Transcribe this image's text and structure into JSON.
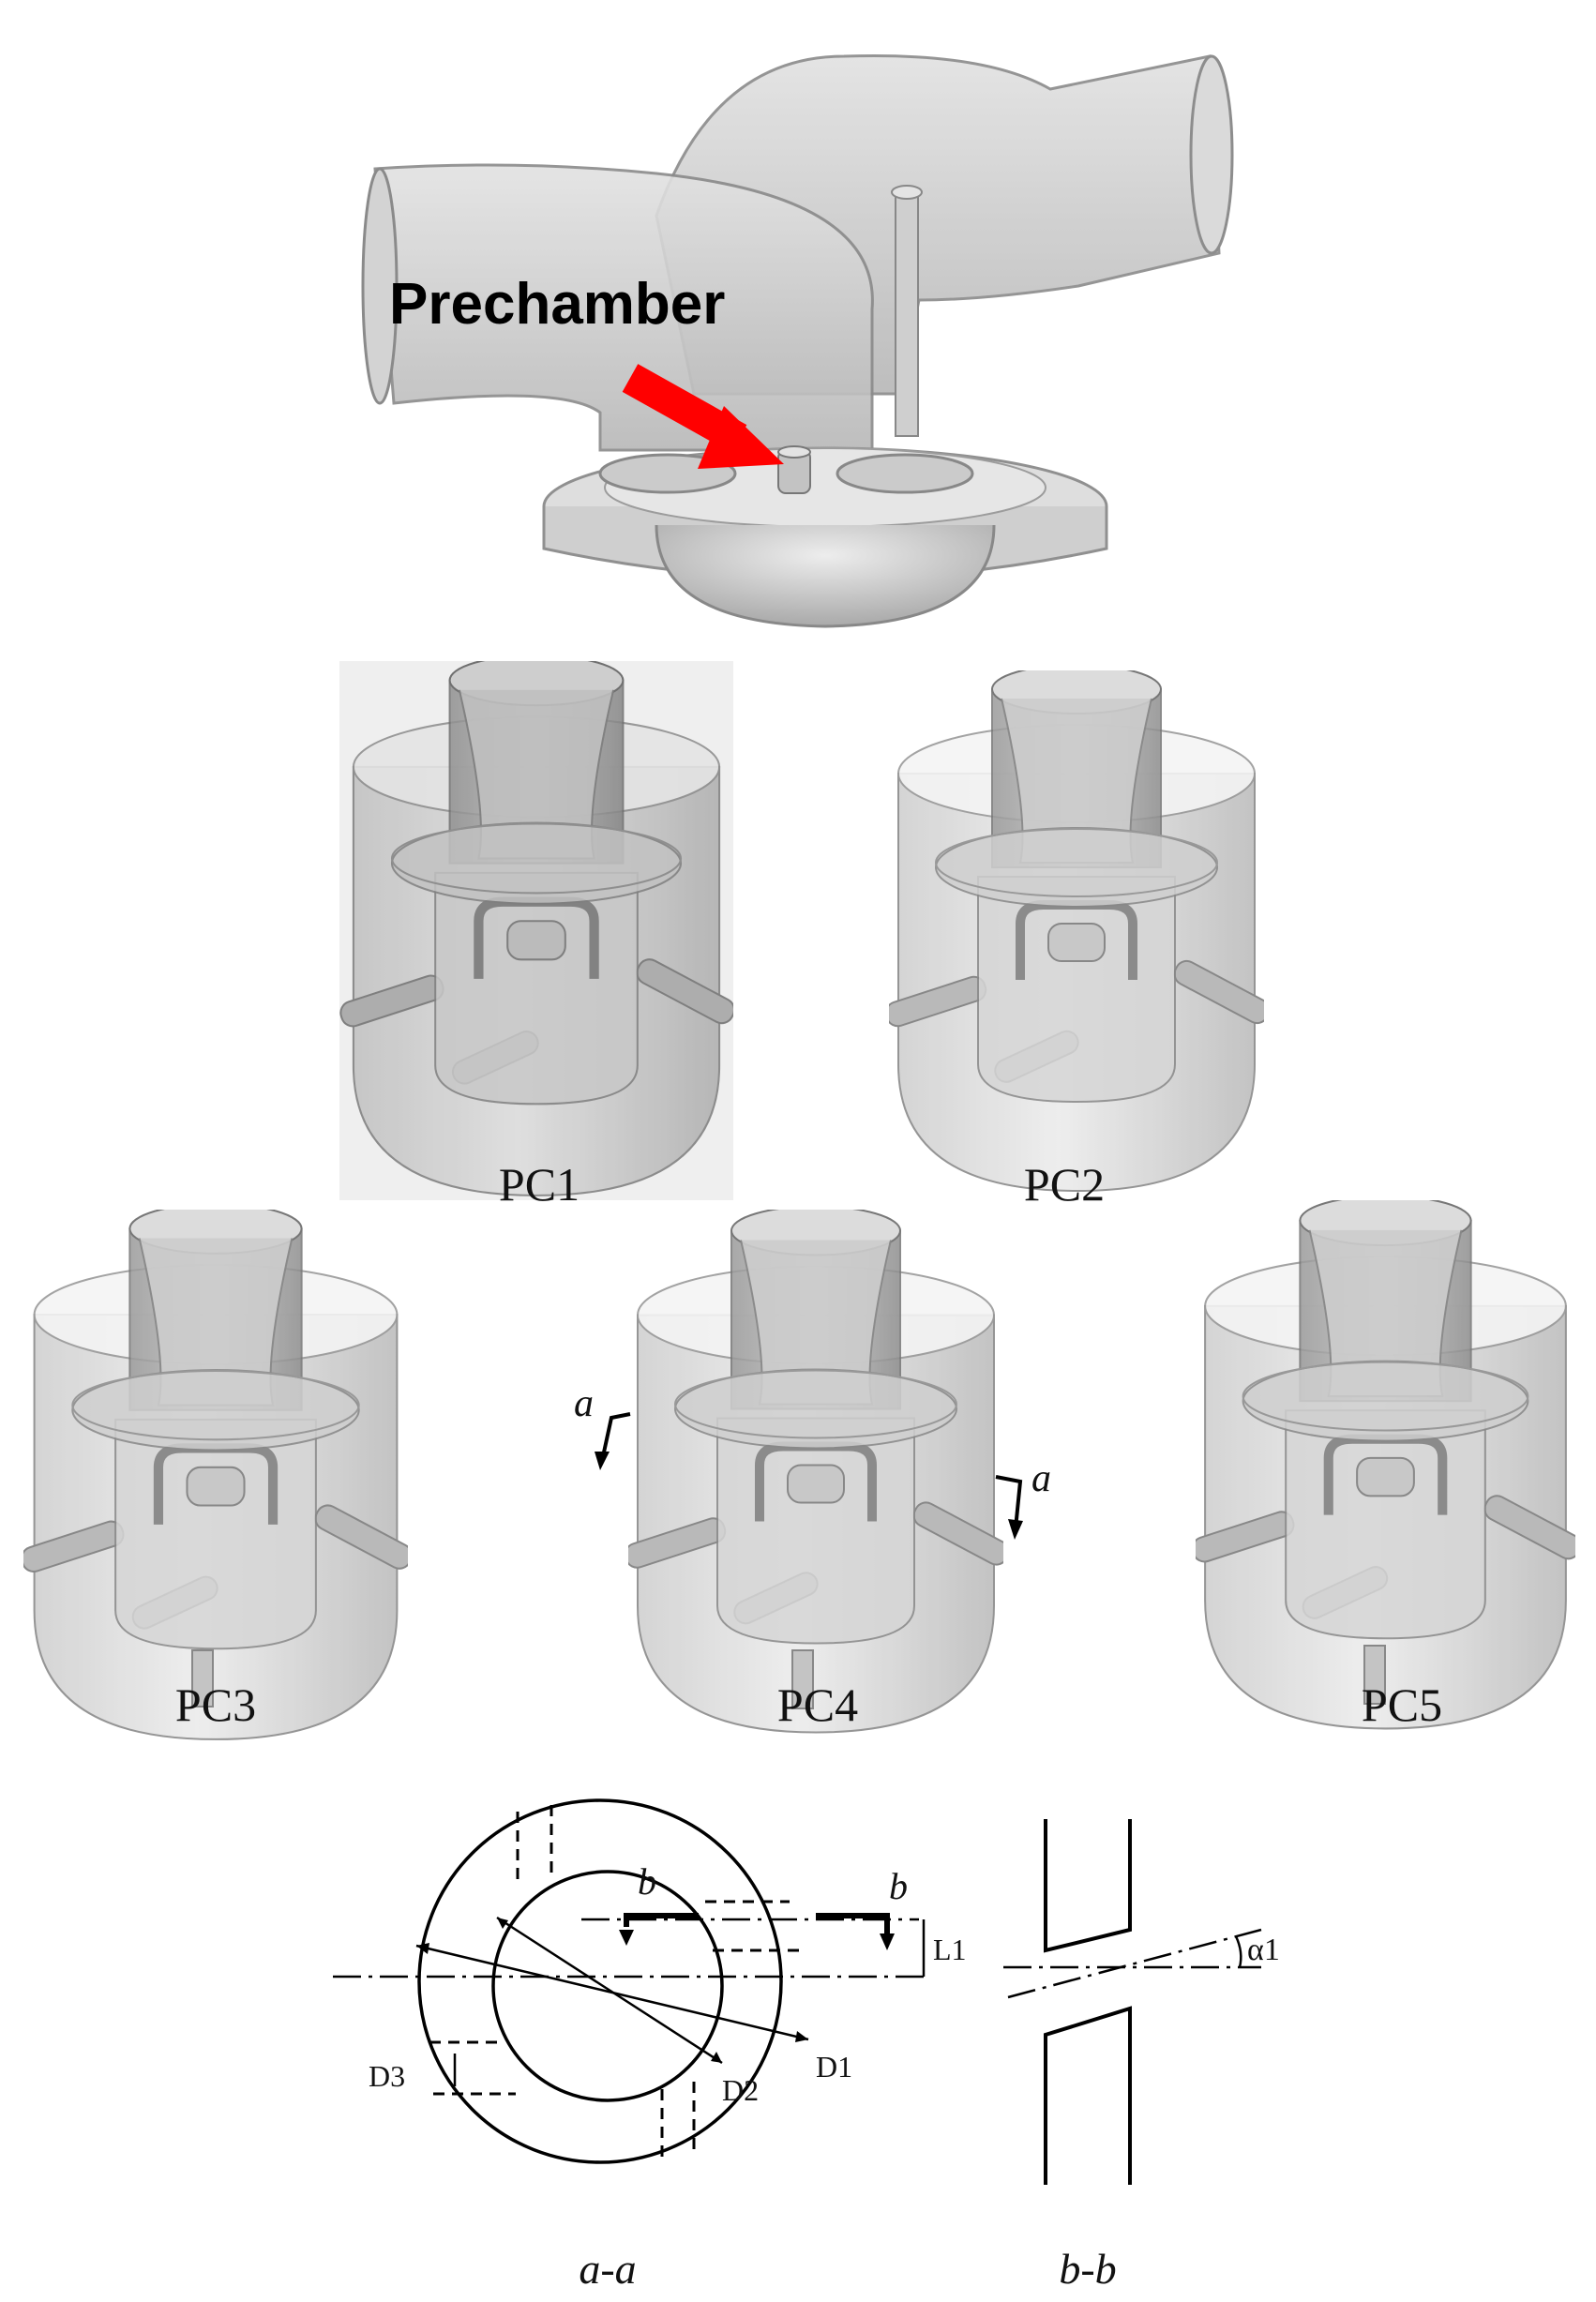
{
  "engine": {
    "callout_label": "Prechamber",
    "arrow_color": "#ff0000"
  },
  "prechambers": [
    {
      "label": "PC1"
    },
    {
      "label": "PC2"
    },
    {
      "label": "PC3"
    },
    {
      "label": "PC4"
    },
    {
      "label": "PC5"
    }
  ],
  "section_marks": {
    "left": "a",
    "right": "a"
  },
  "section_aa": {
    "caption": "a-a",
    "mark_left": "b",
    "mark_right": "b",
    "dims": {
      "d1": "D1",
      "d2": "D2",
      "d3": "D3",
      "l1": "L1"
    }
  },
  "section_bb": {
    "caption": "b-b",
    "angle": "α1"
  },
  "colors": {
    "body_gray": "#c9c9c9",
    "edge_gray": "#7a7a7a",
    "line_black": "#000000"
  }
}
